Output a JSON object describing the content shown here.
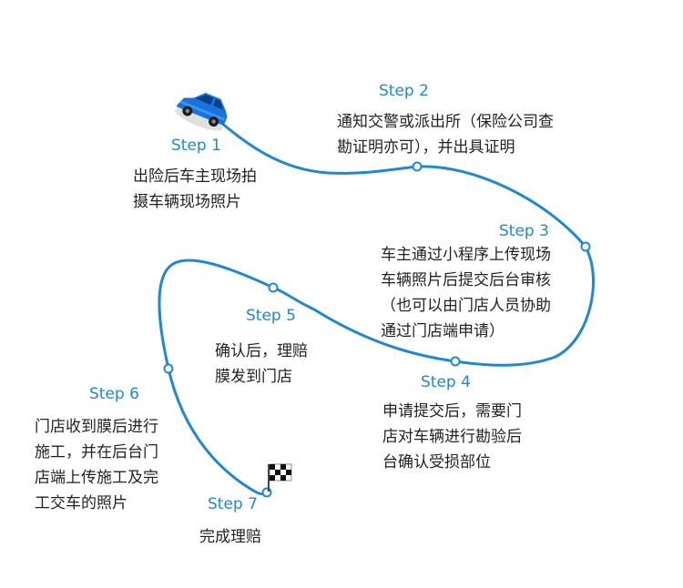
{
  "colors": {
    "accent": "#1f88d6",
    "text": "#222222",
    "background": "#ffffff"
  },
  "icons": {
    "start": "car-icon",
    "finish": "checkered-flag-icon"
  },
  "steps": [
    {
      "label": "Step 1",
      "lines": [
        "出险后车主现场拍",
        "摄车辆现场照片"
      ]
    },
    {
      "label": "Step 2",
      "lines": [
        "通知交警或派出所（保险公司查",
        "勘证明亦可），并出具证明"
      ]
    },
    {
      "label": "Step 3",
      "lines": [
        "车主通过小程序上传现场",
        "车辆照片后提交后台审核",
        "（也可以由门店人员协助",
        "通过门店端申请）"
      ]
    },
    {
      "label": "Step 4",
      "lines": [
        "申请提交后，需要门",
        "店对车辆进行勘验后",
        "台确认受损部位"
      ]
    },
    {
      "label": "Step 5",
      "lines": [
        "确认后，理赔",
        "膜发到门店"
      ]
    },
    {
      "label": "Step 6",
      "lines": [
        "门店收到膜后进行",
        "施工，并在后台门",
        "店端上传施工及完",
        "工交车的照片"
      ]
    },
    {
      "label": "Step 7",
      "lines": [
        "完成理赔"
      ]
    }
  ]
}
